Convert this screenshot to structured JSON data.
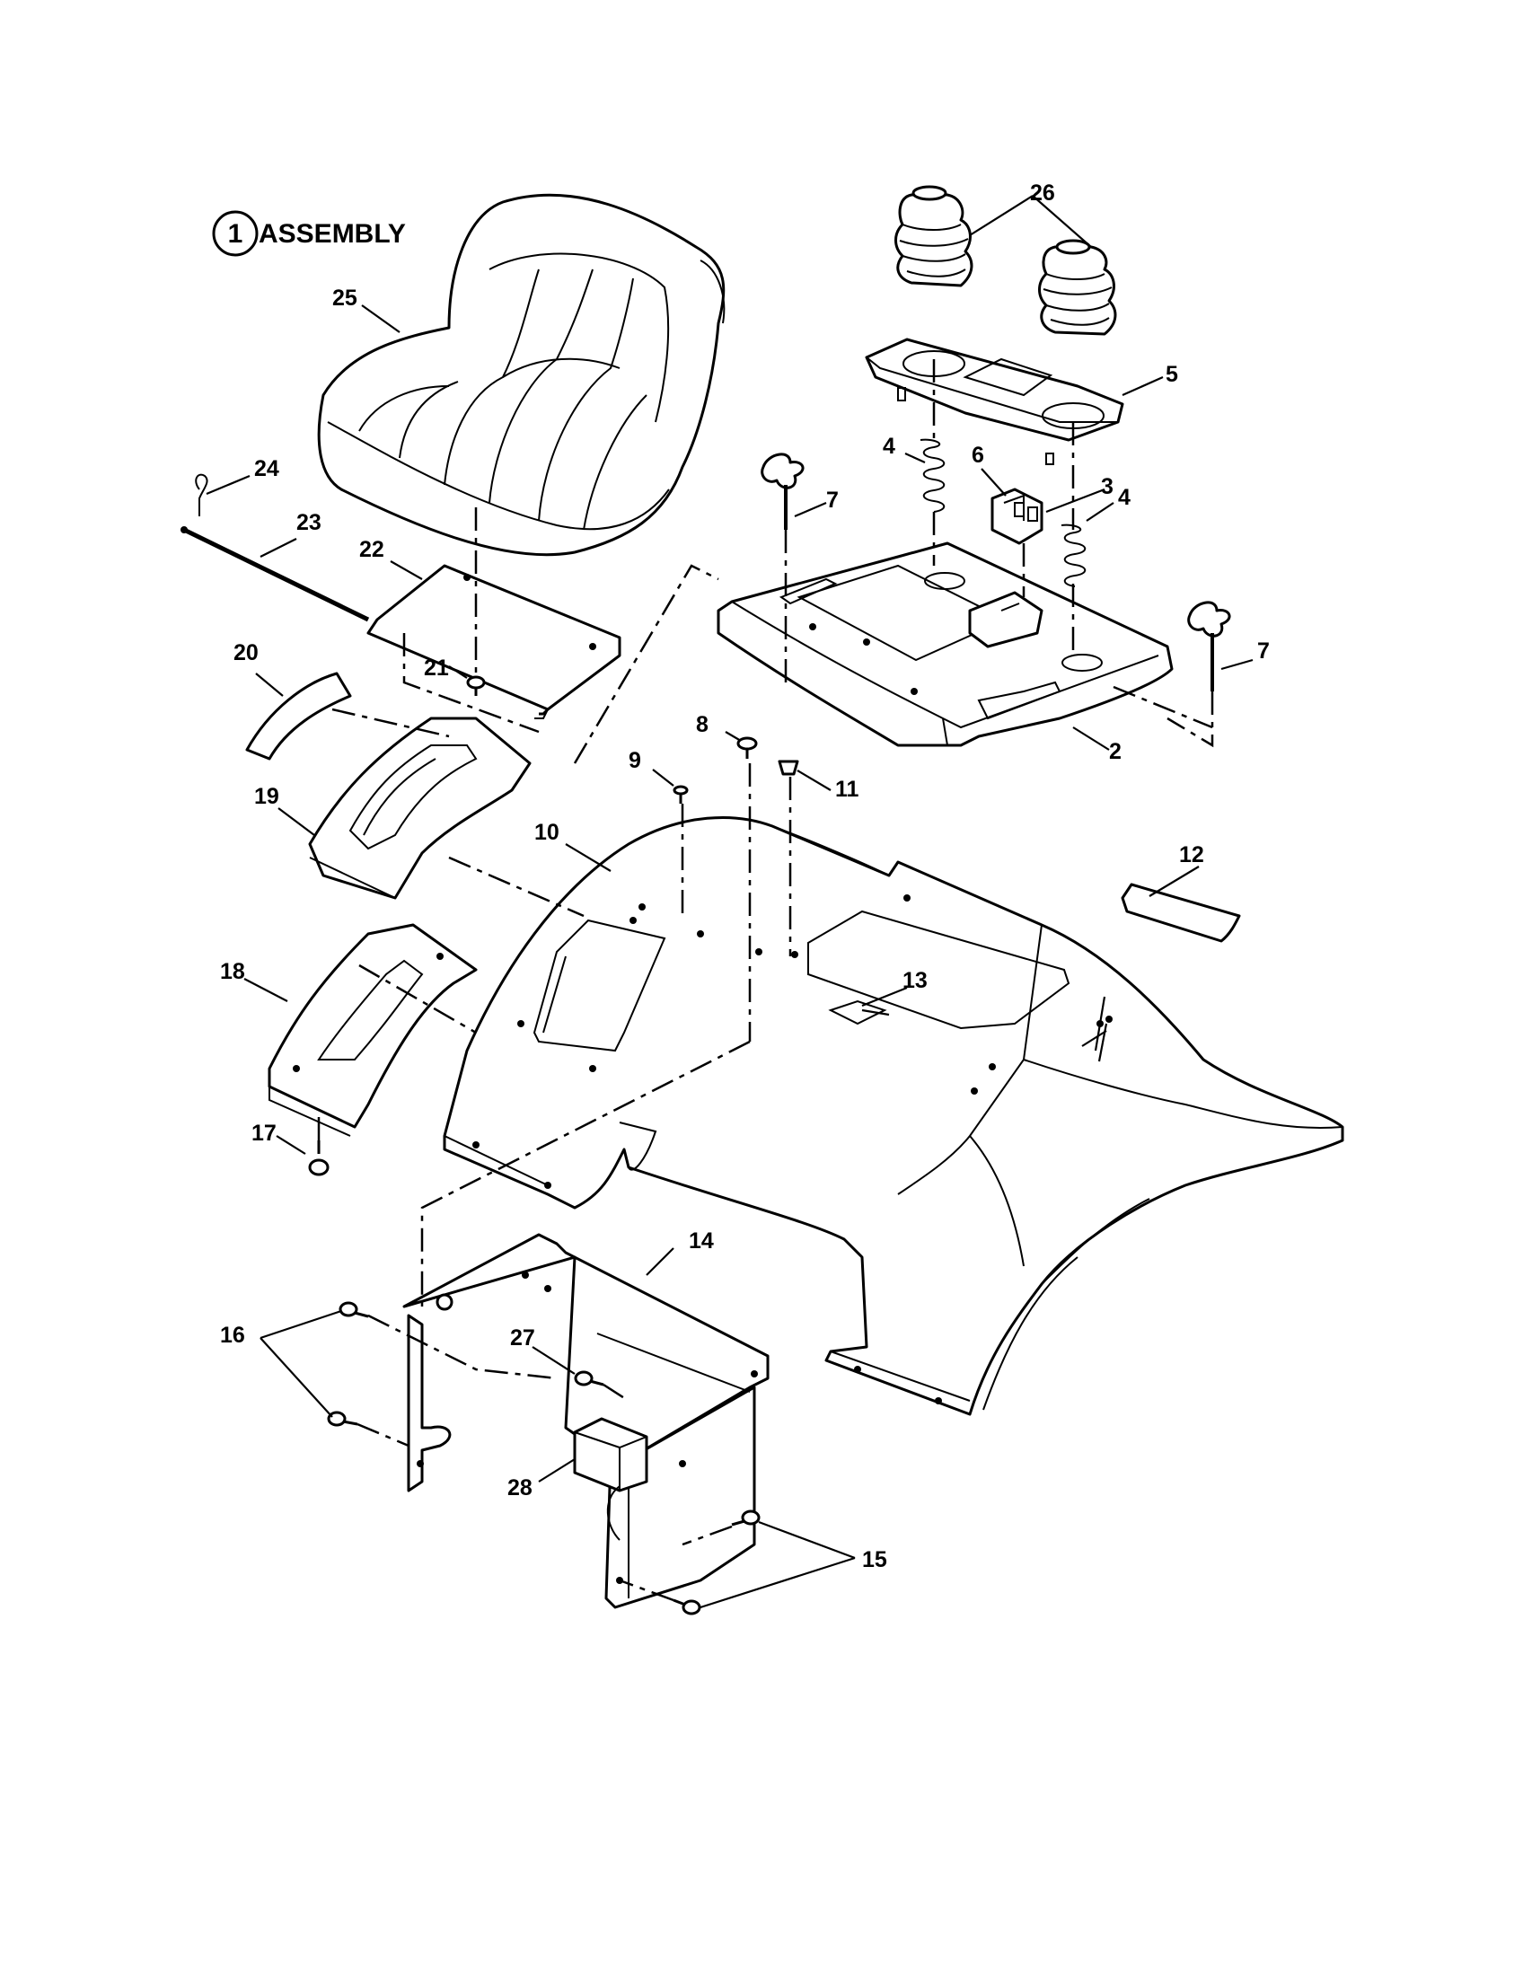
{
  "title": {
    "assembly_number": "1",
    "assembly_label": "ASSEMBLY"
  },
  "callouts": [
    {
      "id": "c2",
      "label": "2"
    },
    {
      "id": "c3",
      "label": "3"
    },
    {
      "id": "c4a",
      "label": "4"
    },
    {
      "id": "c4b",
      "label": "4"
    },
    {
      "id": "c5",
      "label": "5"
    },
    {
      "id": "c6",
      "label": "6"
    },
    {
      "id": "c7a",
      "label": "7"
    },
    {
      "id": "c7b",
      "label": "7"
    },
    {
      "id": "c8",
      "label": "8"
    },
    {
      "id": "c9",
      "label": "9"
    },
    {
      "id": "c10",
      "label": "10"
    },
    {
      "id": "c11",
      "label": "11"
    },
    {
      "id": "c12",
      "label": "12"
    },
    {
      "id": "c13",
      "label": "13"
    },
    {
      "id": "c14",
      "label": "14"
    },
    {
      "id": "c15",
      "label": "15"
    },
    {
      "id": "c16",
      "label": "16"
    },
    {
      "id": "c17",
      "label": "17"
    },
    {
      "id": "c18",
      "label": "18"
    },
    {
      "id": "c19",
      "label": "19"
    },
    {
      "id": "c20",
      "label": "20"
    },
    {
      "id": "c21",
      "label": "21"
    },
    {
      "id": "c22",
      "label": "22"
    },
    {
      "id": "c23",
      "label": "23"
    },
    {
      "id": "c24",
      "label": "24"
    },
    {
      "id": "c25",
      "label": "25"
    },
    {
      "id": "c26",
      "label": "26"
    },
    {
      "id": "c27",
      "label": "27"
    },
    {
      "id": "c28",
      "label": "28"
    }
  ]
}
